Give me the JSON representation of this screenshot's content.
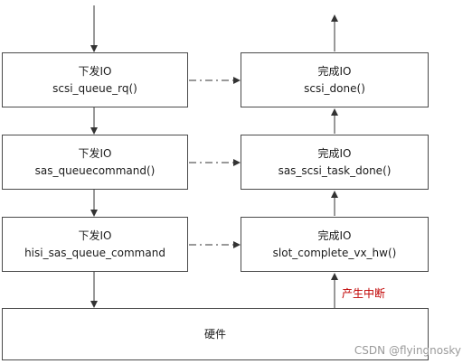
{
  "submit_boxes": [
    {
      "title": "下发IO",
      "func": "scsi_queue_rq()"
    },
    {
      "title": "下发IO",
      "func": "sas_queuecommand()"
    },
    {
      "title": "下发IO",
      "func": "hisi_sas_queue_command"
    }
  ],
  "complete_boxes": [
    {
      "title": "完成IO",
      "func": "scsi_done()"
    },
    {
      "title": "完成IO",
      "func": "sas_scsi_task_done()"
    },
    {
      "title": "完成IO",
      "func": "slot_complete_vx_hw()"
    }
  ],
  "hardware": "硬件",
  "interrupt_label": "产生中断",
  "watermark": "CSDN @flyingnosky",
  "colors": {
    "line": "#333333",
    "interrupt_label": "#c00000",
    "watermark": "#9a9a9a"
  }
}
